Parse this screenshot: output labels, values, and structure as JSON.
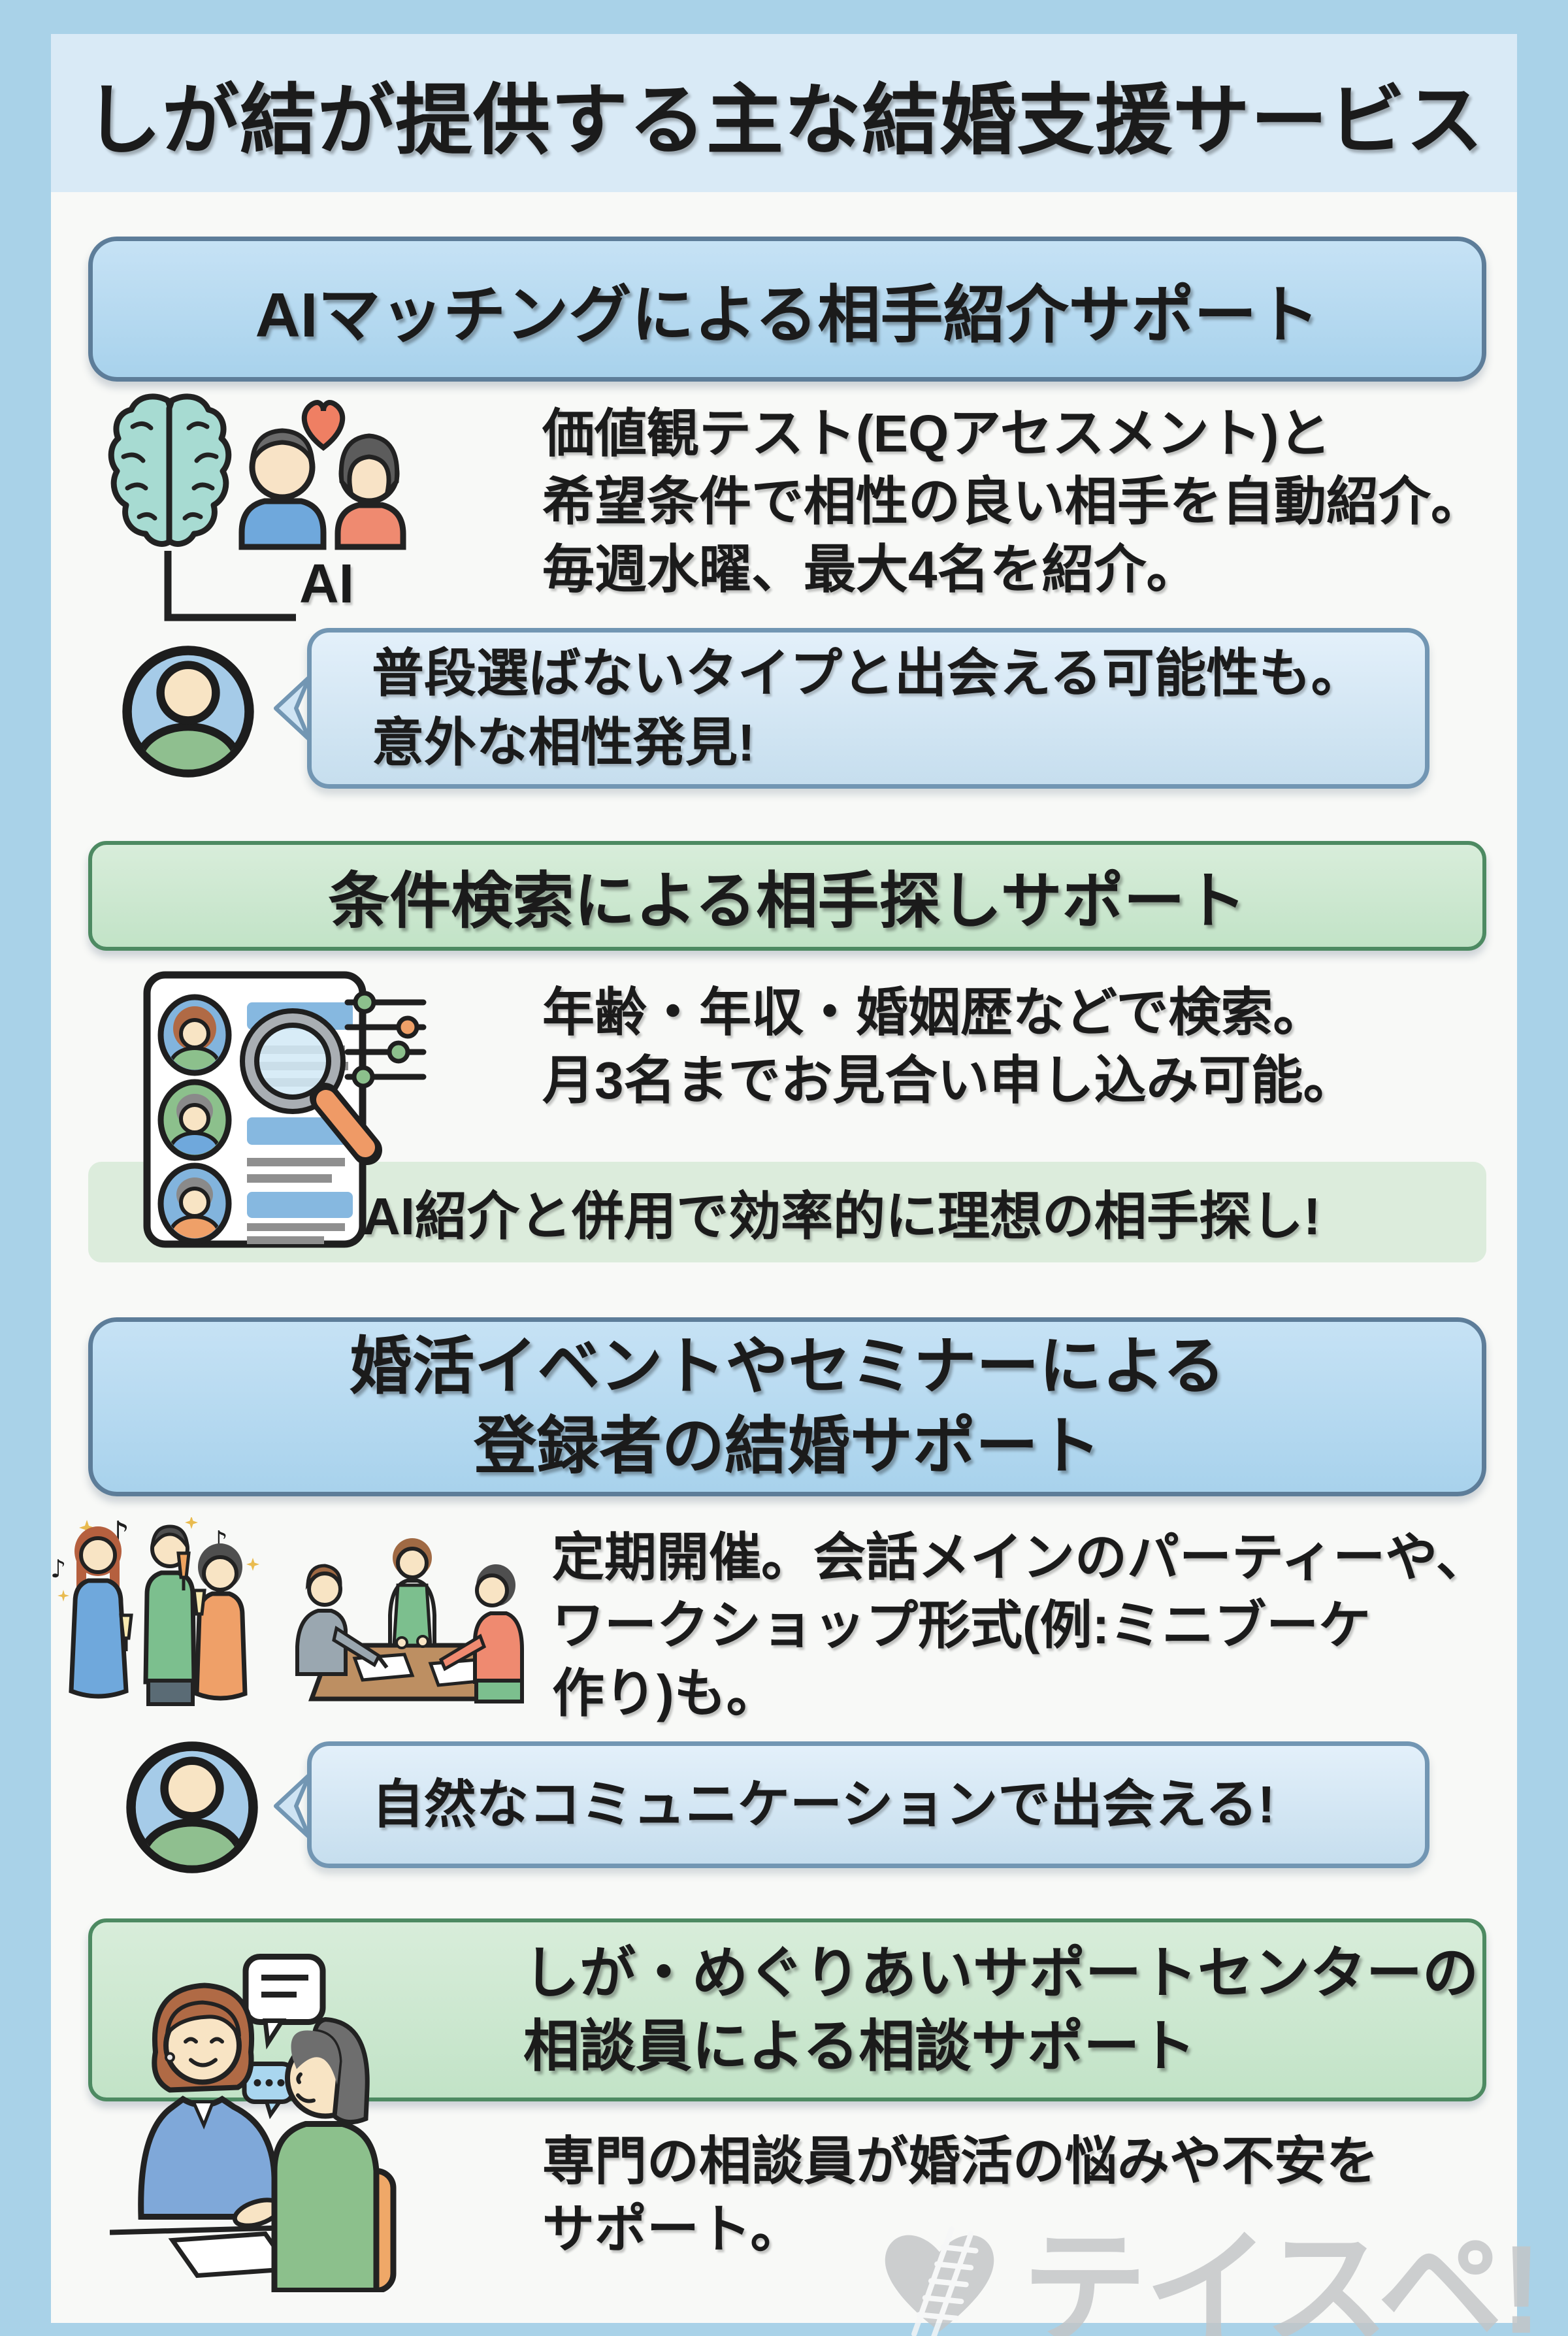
{
  "title": "しが結が提供する主な結婚支援サービス",
  "colors": {
    "frame": "#a9d2e8",
    "canvas": "#f8f9f7",
    "title_band": "#d9eaf6",
    "blue_header_fill": "#b6daf1",
    "blue_header_border": "#5d7d99",
    "green_header_fill": "#cde8d0",
    "green_header_border": "#4d8a62",
    "speech_bubble_fill": "#cfe4f4",
    "speech_bubble_border": "#7296b3",
    "green_band_fill": "#dcecdc",
    "text": "#1b1b1b",
    "watermark": "#c3c5c7"
  },
  "icons": {
    "ai_matching": "brain-couple-heart-icon",
    "search": "profile-card-magnifier-sliders-icon",
    "party": "people-toast-workshop-icon",
    "counseling": "counselor-chat-icon",
    "speaker": "person-avatar-icon",
    "watermark_logo": "heart-ladder-icon",
    "music_note": "♪"
  },
  "section1": {
    "header": "AIマッチングによる相手紹介サポート",
    "ai_label": "AI",
    "body": [
      "価値観テスト(EQアセスメント)と",
      "希望条件で相性の良い相手を自動紹介。",
      "毎週水曜、最大4名を紹介。"
    ],
    "bubble": [
      "普段選ばないタイプと出会える可能性も。",
      "意外な相性発見!"
    ]
  },
  "section2": {
    "header": "条件検索による相手探しサポート",
    "body": [
      "年齢・年収・婚姻歴などで検索。",
      "月3名までお見合い申し込み可能。"
    ],
    "band": "AI紹介と併用で効率的に理想の相手探し!"
  },
  "section3": {
    "header": [
      "婚活イベントやセミナーによる",
      "登録者の結婚サポート"
    ],
    "body": [
      "定期開催。会話メインのパーティーや、",
      "ワークショップ形式(例:ミニブーケ",
      "作り)も。"
    ],
    "bubble": "自然なコミュニケーションで出会える!"
  },
  "section4": {
    "header": [
      "しが・めぐりあいサポートセンターの",
      "相談員による相談サポート"
    ],
    "body": [
      "専門の相談員が婚活の悩みや不安を",
      "サポート。"
    ]
  },
  "watermark": "テイスペ!"
}
